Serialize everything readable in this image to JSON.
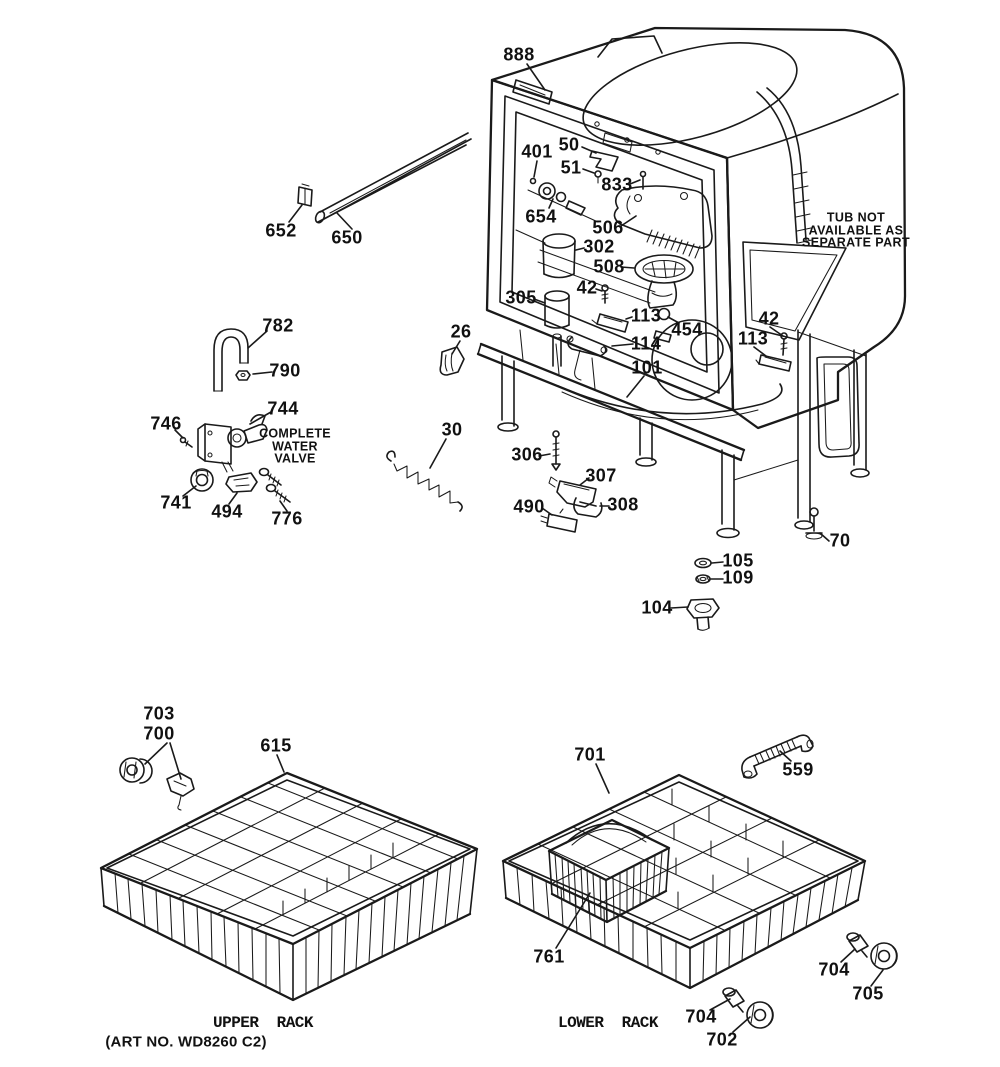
{
  "part_labels": [
    "888",
    "652",
    "650",
    "401",
    "50",
    "51",
    "833",
    "654",
    "506",
    "302",
    "508",
    "42",
    "305",
    "113",
    "454",
    "114",
    "101",
    "42",
    "113",
    "26",
    "782",
    "790",
    "744",
    "746",
    "741",
    "494",
    "776",
    "30",
    "306",
    "307",
    "490",
    "308",
    "70",
    "105",
    "109",
    "104",
    "703",
    "700",
    "615",
    "701",
    "559",
    "761",
    "704",
    "705",
    "704",
    "702"
  ],
  "notes": {
    "tub_note": "TUB NOT\nAVAILABLE AS\nSEPARATE PART",
    "water_valve_note": "COMPLETE\nWATER\nVALVE",
    "upper_rack_caption": "UPPER RACK",
    "lower_rack_caption": "LOWER RACK",
    "art_number": "(ART NO. WD8260 C2)"
  },
  "colors": {
    "line": "#1a1a1a",
    "background": "#ffffff"
  }
}
